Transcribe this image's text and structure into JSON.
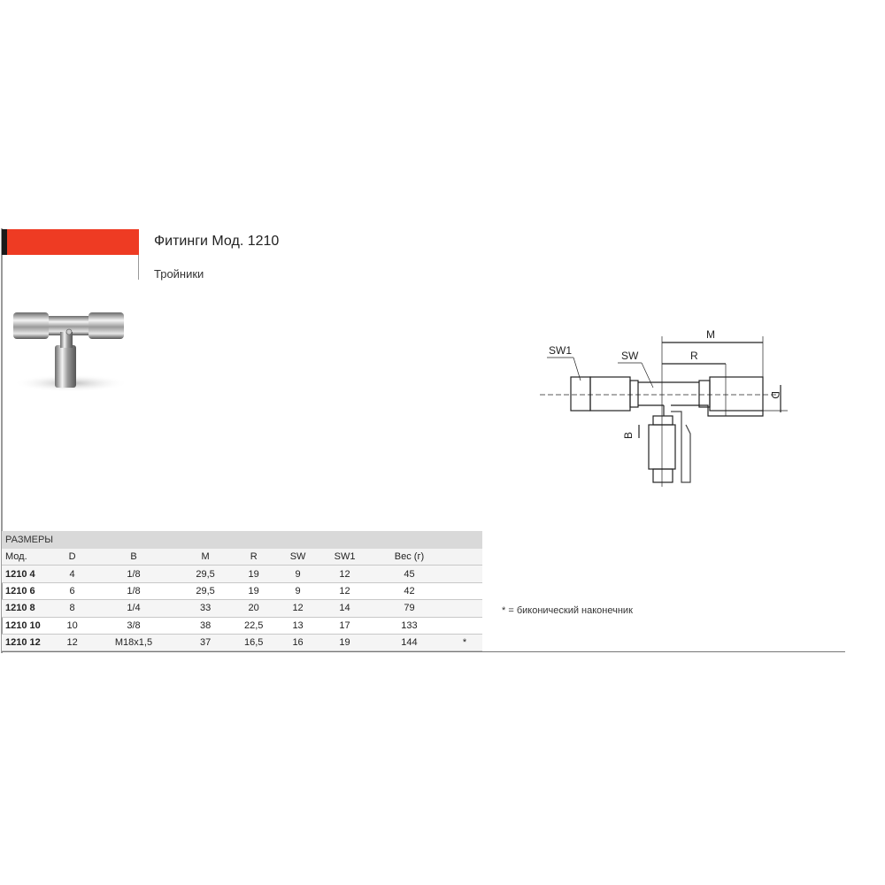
{
  "header": {
    "title": "Фитинги Мод. 1210",
    "subtitle": "Тройники",
    "accent_color": "#ee3b23"
  },
  "drawing": {
    "labels": {
      "sw1": "SW1",
      "sw": "SW",
      "m": "M",
      "r": "R",
      "d": "D",
      "b": "B"
    }
  },
  "table": {
    "section_title": "РАЗМЕРЫ",
    "columns": [
      "Мод.",
      "D",
      "B",
      "M",
      "R",
      "SW",
      "SW1",
      "Вес (г)",
      ""
    ],
    "rows": [
      [
        "1210 4",
        "4",
        "1/8",
        "29,5",
        "19",
        "9",
        "12",
        "45",
        ""
      ],
      [
        "1210 6",
        "6",
        "1/8",
        "29,5",
        "19",
        "9",
        "12",
        "42",
        ""
      ],
      [
        "1210 8",
        "8",
        "1/4",
        "33",
        "20",
        "12",
        "14",
        "79",
        ""
      ],
      [
        "1210 10",
        "10",
        "3/8",
        "38",
        "22,5",
        "13",
        "17",
        "133",
        ""
      ],
      [
        "1210 12",
        "12",
        "M18x1,5",
        "37",
        "16,5",
        "16",
        "19",
        "144",
        "*"
      ]
    ]
  },
  "footnote": "* = биконический наконечник"
}
